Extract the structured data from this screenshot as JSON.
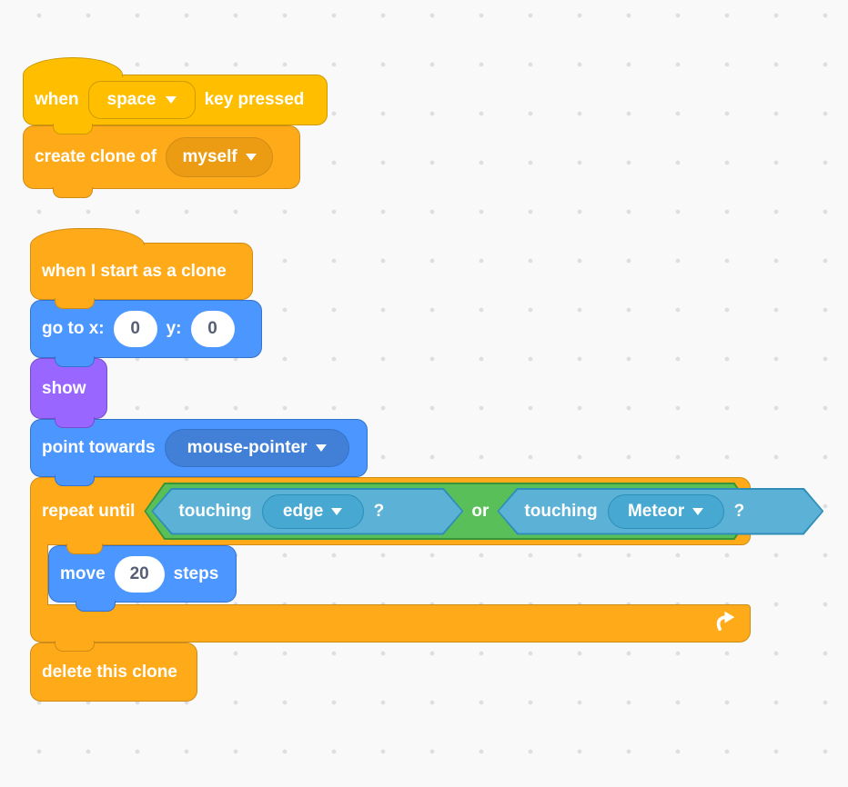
{
  "workspace": {
    "background": "#F9F9F9",
    "dot_color": "#DCDEE2"
  },
  "colors": {
    "events_yellow": "#FFBF00",
    "events_border": "#CC9900",
    "control_orange": "#FFAB19",
    "control_border": "#CF8B17",
    "control_field": "#EC9C13",
    "motion_blue": "#4C97FF",
    "motion_border": "#3373CC",
    "motion_field": "#4280D7",
    "looks_purple": "#9966FF",
    "looks_border": "#774DCB",
    "sensing_teal": "#5CB1D6",
    "sensing_border": "#2E8EB8",
    "sensing_field": "#47A8D1",
    "operators_green": "#59C059",
    "operators_border": "#389438",
    "input_text": "#575E75",
    "label_text": "#FFFFFF"
  },
  "icons": {
    "dropdown_arrow": "triangle-down",
    "loop_arrow": "curved-repeat-arrow"
  },
  "script1": {
    "when_key": {
      "prefix": "when",
      "key": "space",
      "suffix": "key pressed"
    },
    "create_clone": {
      "label": "create clone of",
      "target": "myself"
    }
  },
  "script2": {
    "when_start_clone": {
      "label": "when I start as a clone"
    },
    "goto": {
      "prefix": "go to x:",
      "x": "0",
      "mid": "y:",
      "y": "0"
    },
    "show": {
      "label": "show"
    },
    "point_towards": {
      "label": "point towards",
      "target": "mouse-pointer"
    },
    "repeat_until": {
      "label": "repeat until",
      "operator": "or",
      "cond1": {
        "label": "touching",
        "target": "edge",
        "suffix": "?"
      },
      "cond2": {
        "label": "touching",
        "target": "Meteor",
        "suffix": "?"
      }
    },
    "move": {
      "prefix": "move",
      "steps": "20",
      "suffix": "steps"
    },
    "delete_clone": {
      "label": "delete this clone"
    }
  }
}
